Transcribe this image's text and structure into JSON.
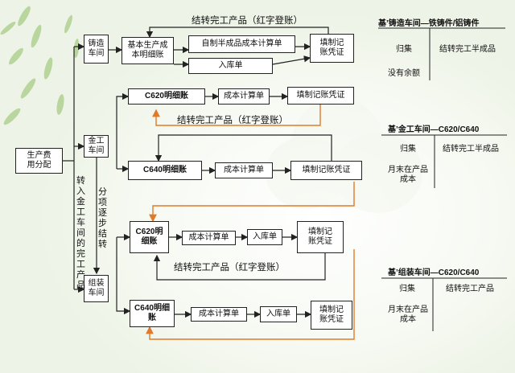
{
  "nodes": {
    "alloc": "生产费用分配",
    "foundry": "铸造车间",
    "basic_ledger": "基本生产成本明细账",
    "semi_calc": "自制半成品成本计算单",
    "voucher_foundry": "填制记账凭证",
    "warehouse_foundry": "入库单",
    "metal": "金工车间",
    "c620_metal": "C620明细账",
    "calc_c620_metal": "成本计算单",
    "voucher_c620_metal": "填制记账凭证",
    "c640_metal": "C640明细账",
    "calc_c640_metal": "成本计算单",
    "voucher_c640_metal": "填制记账凭证",
    "assembly": "组装车间",
    "c620_asm": "C620明细账",
    "calc_c620_asm": "成本计算单",
    "warehouse_c620_asm": "入库单",
    "voucher_c620_asm": "填制记账凭证",
    "c640_asm": "C640明细账",
    "calc_c640_asm": "成本计算单",
    "warehouse_c640_asm": "入库单",
    "voucher_c640_asm": "填制记账凭证"
  },
  "labels": {
    "carry_top": "结转完工产品（红字登账）",
    "carry_metal": "结转完工产品（红字登账）",
    "carry_asm": "结转完工产品（红字登账）",
    "transfer_vertical": "转入金工车间的完工产品",
    "step_vertical": "分项逐步结转"
  },
  "ledgers": [
    {
      "title": "基’铸造车间—铁铸件/铝铸件",
      "cells": [
        "归集",
        "结转完工半成品",
        "没有余额",
        ""
      ]
    },
    {
      "title": "基’金工车间—C620/C640",
      "cells": [
        "归集",
        "结转完工半成品",
        "月末在产品成本",
        ""
      ]
    },
    {
      "title": "基’组装车间—C620/C640",
      "cells": [
        "归集",
        "结转完工产品",
        "月末在产品成本",
        ""
      ]
    }
  ],
  "colors": {
    "line": "#222222",
    "accent": "#e07a2a"
  }
}
